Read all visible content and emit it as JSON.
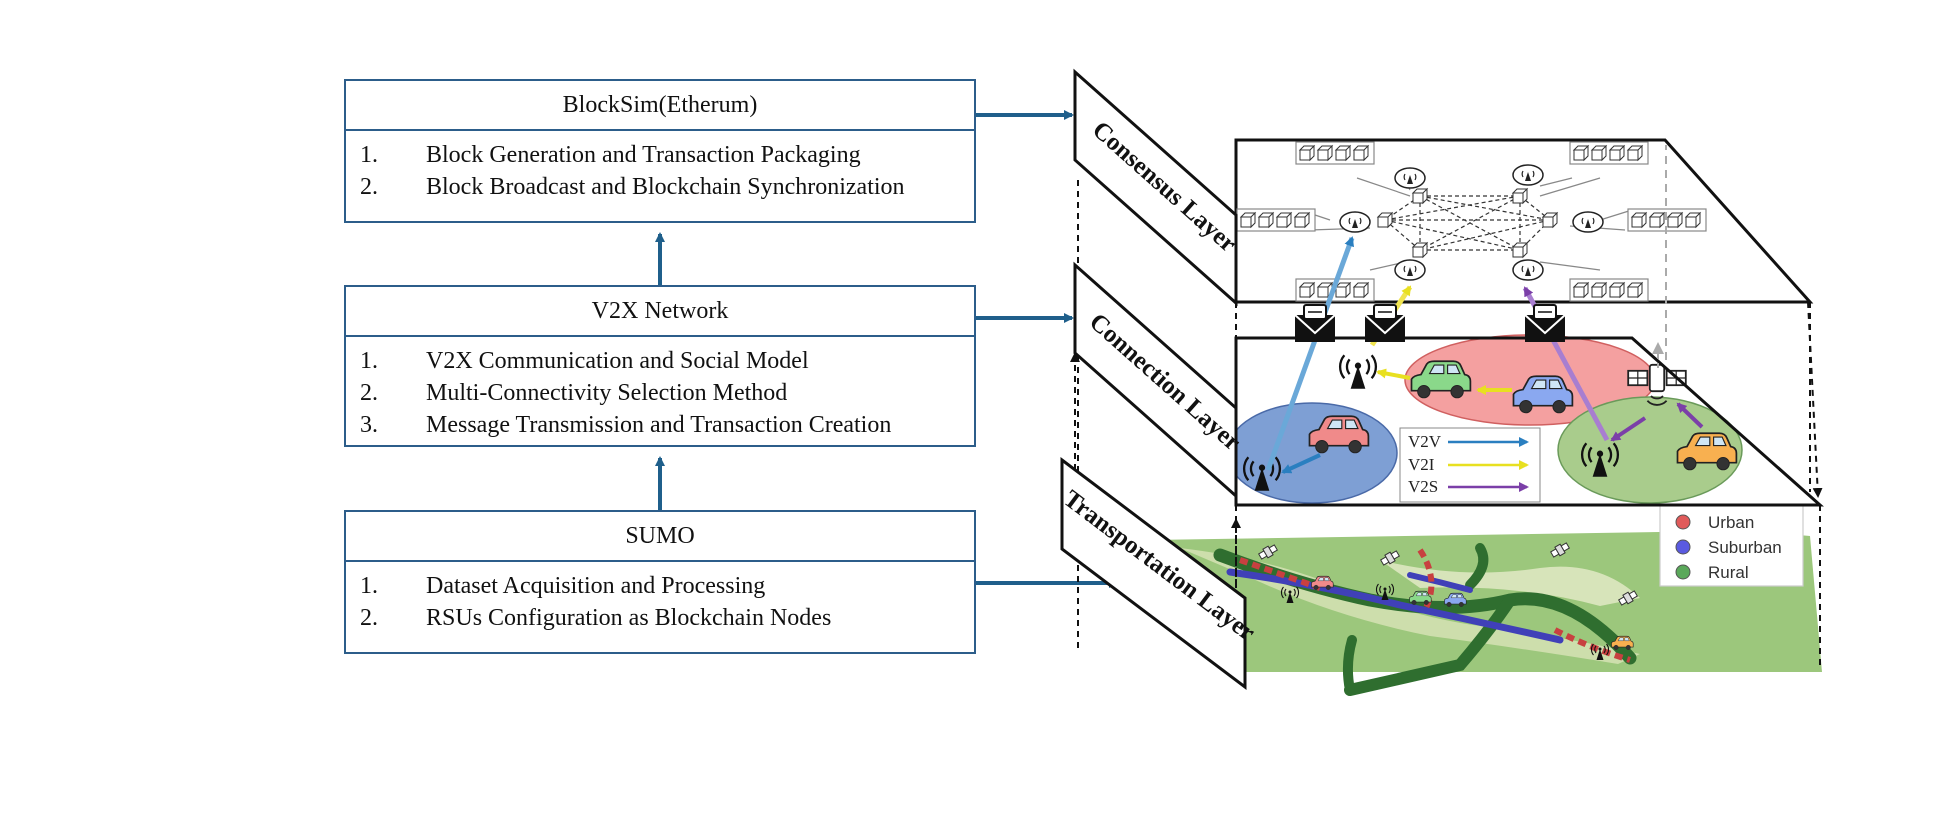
{
  "boxes": [
    {
      "title": "BlockSim(Etherum)",
      "items": [
        {
          "num": "1.",
          "text": "Block Generation and Transaction Packaging"
        },
        {
          "num": "2.",
          "text": "Block Broadcast and Blockchain Synchronization"
        }
      ]
    },
    {
      "title": "V2X Network",
      "items": [
        {
          "num": "1.",
          "text": "V2X Communication and Social Model"
        },
        {
          "num": "2.",
          "text": "Multi-Connectivity Selection Method"
        },
        {
          "num": "3.",
          "text": "Message Transmission  and Transaction Creation"
        }
      ]
    },
    {
      "title": "SUMO",
      "items": [
        {
          "num": "1.",
          "text": "Dataset Acquisition and Processing"
        },
        {
          "num": "2.",
          "text": "RSUs Configuration as Blockchain Nodes"
        }
      ]
    }
  ],
  "layers": {
    "consensus": "Consensus Layer",
    "connection": "Connection Layer",
    "transportation": "Transportation Layer"
  },
  "links_legend": [
    {
      "label": "V2V",
      "color": "#2a7fc0"
    },
    {
      "label": "V2I",
      "color": "#e8e020"
    },
    {
      "label": "V2S",
      "color": "#7b3fa8"
    }
  ],
  "area_legend": [
    {
      "label": "Urban",
      "color": "#e05a5a"
    },
    {
      "label": "Suburban",
      "color": "#5a5ae0"
    },
    {
      "label": "Rural",
      "color": "#5aa85a"
    }
  ],
  "colors": {
    "box_border": "#2c5d8a",
    "arrow": "#1f5f8b",
    "urban_zone": "#f4a0a0",
    "suburban_zone": "#7e9fd4",
    "rural_zone": "#a9cc8c",
    "map": "#9cc77c"
  }
}
